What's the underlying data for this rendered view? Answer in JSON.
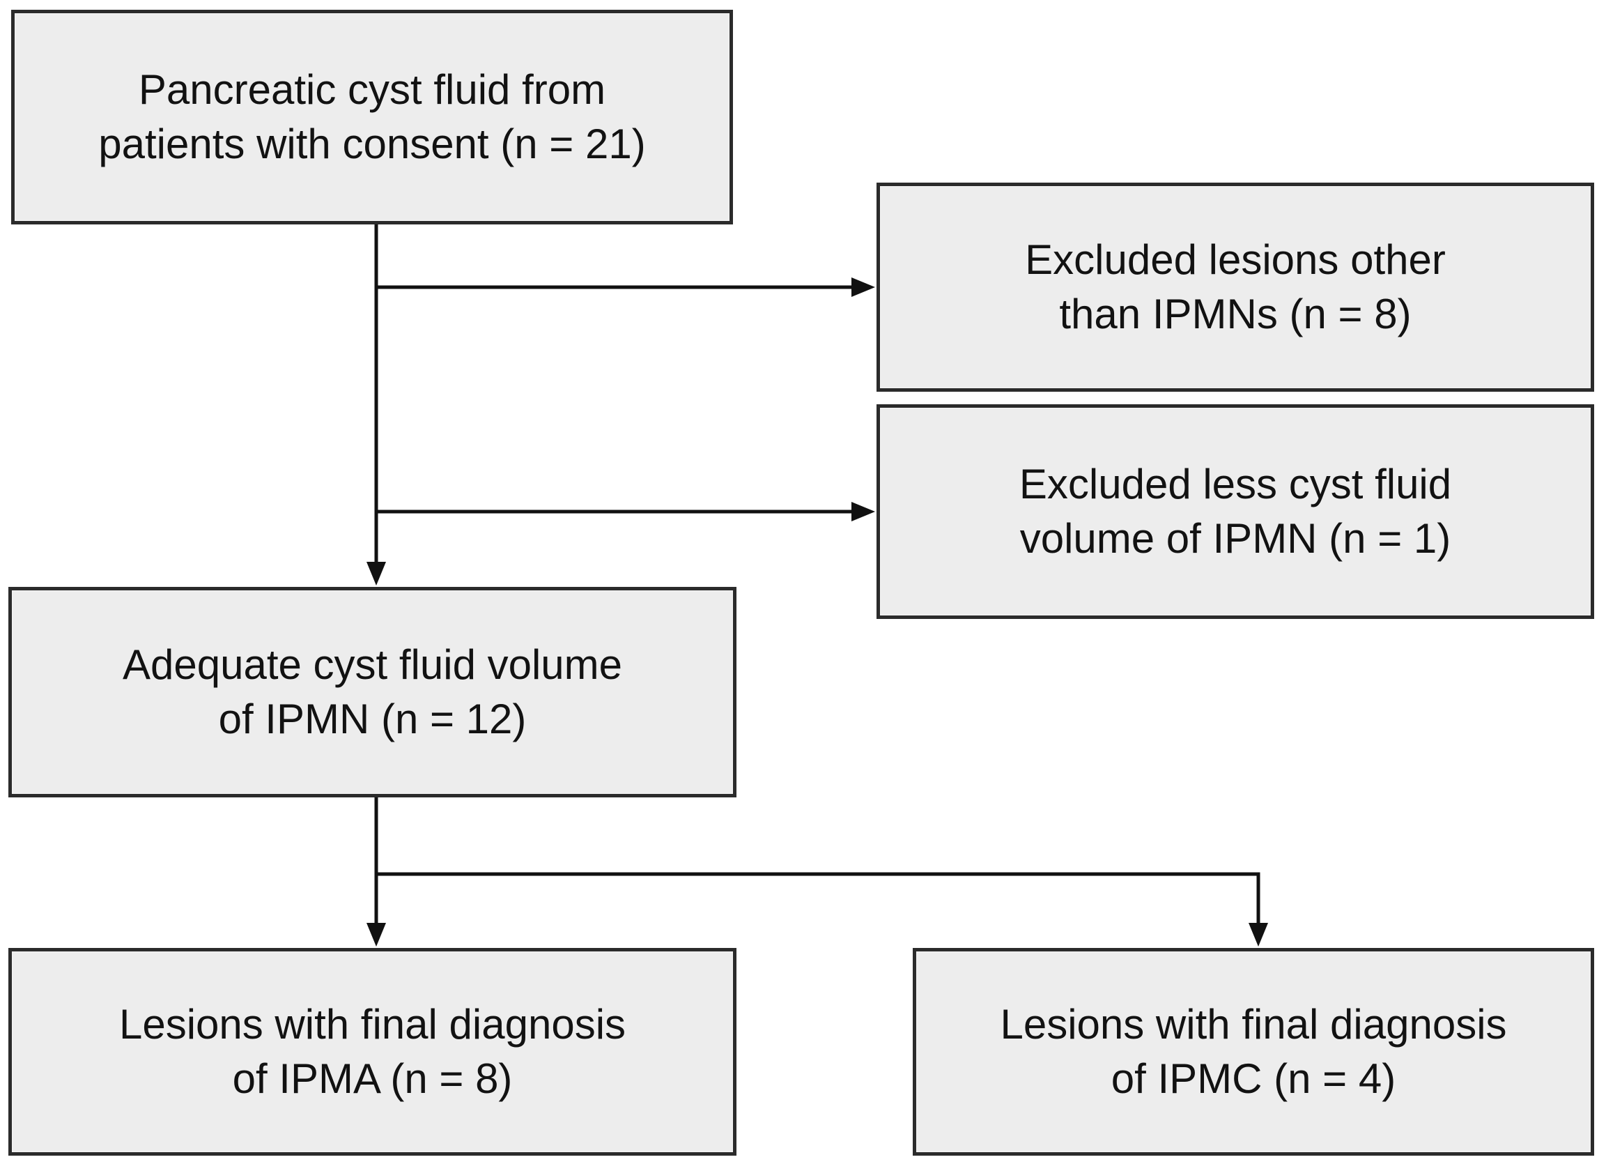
{
  "figure": {
    "type": "flowchart",
    "colors": {
      "background": "#ffffff",
      "box_fill": "#ededed",
      "box_border": "#2b2b2b",
      "connector": "#111111",
      "text": "#121212"
    },
    "nodes": [
      {
        "id": "consent",
        "n": 21,
        "lines": [
          "Pancreatic cyst fluid from",
          "patients with consent (n = 21)"
        ]
      },
      {
        "id": "excluded-other",
        "n": 8,
        "lines": [
          "Excluded lesions other",
          "than IPMNs (n = 8)"
        ]
      },
      {
        "id": "excluded-volume",
        "n": 1,
        "lines": [
          "Excluded less cyst fluid",
          "volume of IPMN (n = 1)"
        ]
      },
      {
        "id": "adequate",
        "n": 12,
        "lines": [
          "Adequate cyst fluid volume",
          "of IPMN (n = 12)"
        ]
      },
      {
        "id": "ipma",
        "n": 8,
        "lines": [
          "Lesions with final diagnosis",
          "of IPMA (n = 8)"
        ]
      },
      {
        "id": "ipmc",
        "n": 4,
        "lines": [
          "Lesions with final diagnosis",
          "of IPMC (n = 4)"
        ]
      }
    ],
    "edges": [
      {
        "from": "consent",
        "to": "adequate",
        "style": "arrow"
      },
      {
        "from": "consent",
        "to": "excluded-other",
        "style": "arrow"
      },
      {
        "from": "consent",
        "to": "excluded-volume",
        "style": "arrow"
      },
      {
        "from": "adequate",
        "to": "ipma",
        "style": "arrow"
      },
      {
        "from": "adequate",
        "to": "ipmc",
        "style": "arrow"
      }
    ]
  }
}
